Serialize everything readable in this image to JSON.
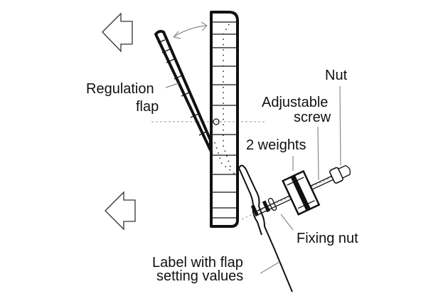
{
  "diagram": {
    "type": "mechanical-schematic",
    "subject": "Chimney draught regulator with regulation flap",
    "labels": {
      "regulation_flap_line1": "Regulation",
      "regulation_flap_line2": "flap",
      "nut": "Nut",
      "adjustable_screw_line1": "Adjustable",
      "adjustable_screw_line2": "screw",
      "weights": "2 weights",
      "fixing_nut": "Fixing nut",
      "label_flap_line1": "Label with flap",
      "label_flap_line2": "setting values"
    },
    "icons": {
      "flow_arrow_top": "left-arrow-outline",
      "flow_arrow_bottom": "left-arrow-outline",
      "swing_arrow": "double-headed-curved-arrow"
    }
  }
}
